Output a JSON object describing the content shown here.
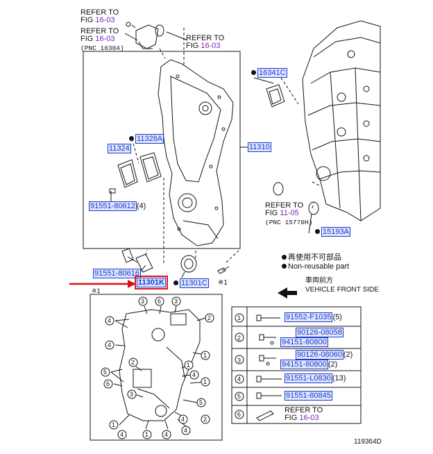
{
  "refer": {
    "r1": {
      "text": "REFER TO",
      "fig_prefix": "FIG ",
      "fig": "16-03"
    },
    "r2": {
      "text": "REFER TO",
      "fig_prefix": "FIG ",
      "fig": "16-03",
      "pnc": "(PNC 16304)"
    },
    "r3": {
      "text": "REFER TO",
      "fig_prefix": "FIG ",
      "fig": "16-03"
    },
    "r4": {
      "text": "REFER TO",
      "fig_prefix": "FIG ",
      "fig": "11-05",
      "pnc": "(PNC 15770H)"
    }
  },
  "parts": {
    "p16341c": "16341C",
    "p11328a": "11328A",
    "p11324": "11324",
    "p11310": "11310",
    "p91551_80612": "91551-80612",
    "p91551_80612_qty": "(4)",
    "p15193a": "15193A",
    "p91551_80616": "91551-80616",
    "p11301k": "11301K",
    "p11301c": "11301C"
  },
  "marks": {
    "star1": "※1",
    "star1_bottom": "※1"
  },
  "legend": {
    "jp_line": "再使用不可部品",
    "en_line": "Non-reusable part",
    "front_jp": "車両前方",
    "front_en": "VEHICLE FRONT SIDE"
  },
  "bolt_table": [
    {
      "num": "1",
      "parts": [
        {
          "pn": "91552-F1035",
          "qty": "(5)"
        }
      ]
    },
    {
      "num": "2",
      "parts": [
        {
          "pn": "90126-08058",
          "qty": ""
        },
        {
          "pn": "94151-80800",
          "qty": ""
        }
      ]
    },
    {
      "num": "3",
      "parts": [
        {
          "pn": "90126-08060",
          "qty": "(2)"
        },
        {
          "pn": "94151-80800",
          "qty": "(2)"
        }
      ]
    },
    {
      "num": "4",
      "parts": [
        {
          "pn": "91551-L0830",
          "qty": "(13)"
        }
      ]
    },
    {
      "num": "5",
      "parts": [
        {
          "pn": "91551-80845",
          "qty": ""
        }
      ]
    },
    {
      "num": "6",
      "refer": "REFER TO",
      "fig_prefix": "FIG ",
      "fig": "16-03"
    }
  ],
  "callouts": [
    "3",
    "6",
    "3",
    "4",
    "2",
    "4",
    "1",
    "2",
    "1",
    "5",
    "4",
    "6",
    "1",
    "3",
    "5",
    "1",
    "4",
    "1",
    "4",
    "4",
    "4",
    "2"
  ],
  "diagram_id": "119364D",
  "colors": {
    "ink": "#111111",
    "part_blue": "#1838c8",
    "part_fill": "#dfe6ff",
    "fig_purple": "#7a1fb8",
    "highlight_red": "#e0101a"
  }
}
